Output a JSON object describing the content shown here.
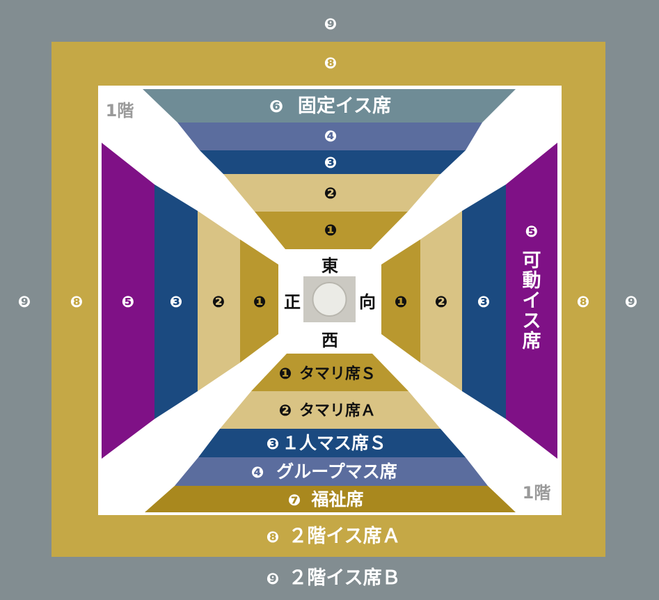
{
  "floor_labels": {
    "top_left": "1階",
    "bottom_right": "1階"
  },
  "markers": {
    "n1": "❶",
    "n2": "❷",
    "n3": "❸",
    "n4": "❹",
    "n5": "❺",
    "n6": "❻",
    "n7": "❼",
    "n8": "❽",
    "n9": "❾"
  },
  "top_banner": {
    "marker": "❻",
    "text": "固定イス席"
  },
  "right_banner": {
    "marker": "❺",
    "chars": [
      "可",
      "動",
      "イ",
      "ス",
      "席"
    ]
  },
  "ring": {
    "east": "東",
    "west": "西",
    "front": "正",
    "opposite": "向"
  },
  "bottom_labels": {
    "tamari_s": {
      "marker": "❶",
      "text": "タマリ席Ｓ"
    },
    "tamari_a": {
      "marker": "❷",
      "text": "タマリ席Ａ"
    },
    "masu_single": {
      "marker": "❸",
      "text": "１人マス席Ｓ"
    },
    "masu_group": {
      "marker": "❹",
      "text": "グループマス席"
    },
    "welfare": {
      "marker": "❼",
      "text": "福祉席"
    },
    "second_floor_a": {
      "marker": "❽",
      "text": "２階イス席Ａ"
    },
    "second_floor_b": {
      "marker": "❾",
      "text": "２階イス席Ｂ"
    }
  },
  "colors": {
    "outer_background": "#828d91",
    "second_floor_a": "#c5a846",
    "floor_white": "#ffffff",
    "tamari_s": "#b9982f",
    "tamari_a": "#d9c384",
    "masu_single": "#1b4a80",
    "masu_group": "#5b6d9e",
    "fixed_chair": "#6f8c96",
    "movable_chair": "#7f1186",
    "welfare": "#a9881e",
    "ring_square": "#cbc9c2",
    "ring_circle": "#ebebe6"
  }
}
